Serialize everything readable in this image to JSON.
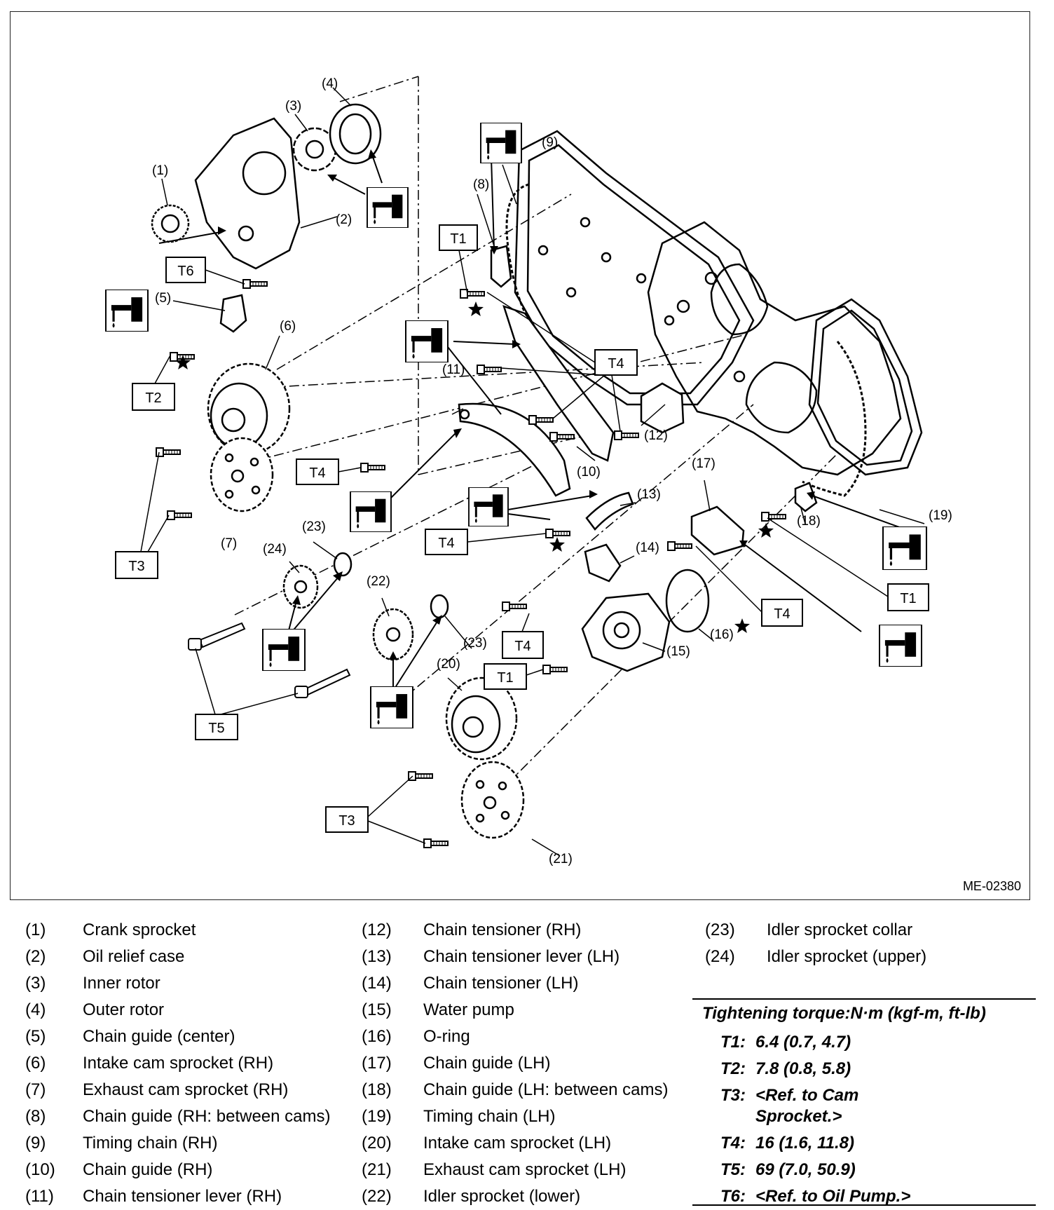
{
  "figure_id": "ME-02380",
  "callouts": [
    "(1)",
    "(2)",
    "(3)",
    "(4)",
    "(5)",
    "(6)",
    "(7)",
    "(8)",
    "(9)",
    "(10)",
    "(11)",
    "(12)",
    "(13)",
    "(14)",
    "(15)",
    "(16)",
    "(17)",
    "(18)",
    "(19)",
    "(20)",
    "(21)",
    "(22)",
    "(23)",
    "(24)"
  ],
  "torque_tags": {
    "t1": "T1",
    "t2": "T2",
    "t3": "T3",
    "t4": "T4",
    "t5": "T5",
    "t6": "T6"
  },
  "legend": {
    "col1": [
      {
        "num": "(1)",
        "name": "Crank sprocket"
      },
      {
        "num": "(2)",
        "name": "Oil relief case"
      },
      {
        "num": "(3)",
        "name": "Inner rotor"
      },
      {
        "num": "(4)",
        "name": "Outer rotor"
      },
      {
        "num": "(5)",
        "name": "Chain guide (center)"
      },
      {
        "num": "(6)",
        "name": "Intake cam sprocket (RH)"
      },
      {
        "num": "(7)",
        "name": "Exhaust cam sprocket (RH)"
      },
      {
        "num": "(8)",
        "name": "Chain guide (RH: between cams)"
      },
      {
        "num": "(9)",
        "name": "Timing chain (RH)"
      },
      {
        "num": "(10)",
        "name": "Chain guide (RH)"
      },
      {
        "num": "(11)",
        "name": "Chain tensioner lever (RH)"
      }
    ],
    "col2": [
      {
        "num": "(12)",
        "name": "Chain tensioner (RH)"
      },
      {
        "num": "(13)",
        "name": "Chain tensioner lever (LH)"
      },
      {
        "num": "(14)",
        "name": "Chain tensioner (LH)"
      },
      {
        "num": "(15)",
        "name": "Water pump"
      },
      {
        "num": "(16)",
        "name": "O-ring"
      },
      {
        "num": "(17)",
        "name": "Chain guide (LH)"
      },
      {
        "num": "(18)",
        "name": "Chain guide (LH: between cams)"
      },
      {
        "num": "(19)",
        "name": "Timing chain (LH)"
      },
      {
        "num": "(20)",
        "name": "Intake cam sprocket (LH)"
      },
      {
        "num": "(21)",
        "name": "Exhaust cam sprocket (LH)"
      },
      {
        "num": "(22)",
        "name": "Idler sprocket (lower)"
      }
    ],
    "col3": [
      {
        "num": "(23)",
        "name": "Idler sprocket collar"
      },
      {
        "num": "(24)",
        "name": "Idler sprocket (upper)"
      }
    ]
  },
  "torque": {
    "title": "Tightening torque:N·m (kgf-m, ft-lb)",
    "rows": [
      {
        "key": "T1:",
        "value": "6.4 (0.7, 4.7)"
      },
      {
        "key": "T2:",
        "value": "7.8 (0.8, 5.8)"
      },
      {
        "key": "T3:",
        "value": "<Ref. to Cam Sprocket.>"
      },
      {
        "key": "T4:",
        "value": "16 (1.6, 11.8)"
      },
      {
        "key": "T5:",
        "value": "69 (7.0, 50.9)"
      },
      {
        "key": "T6:",
        "value": "<Ref. to Oil Pump.>"
      }
    ]
  },
  "icons": [
    "oil-can-icon",
    "star-icon"
  ]
}
